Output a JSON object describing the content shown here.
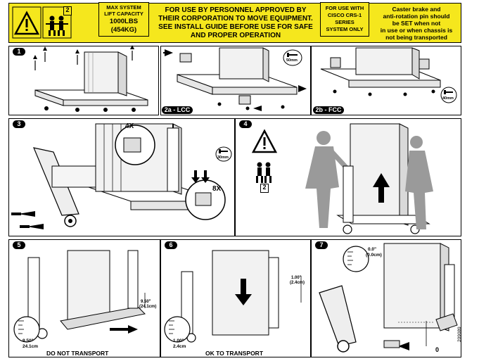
{
  "banner": {
    "capacity": [
      "MAX SYSTEM",
      "LIFT CAPACITY",
      "1000LBS",
      "(454KG)"
    ],
    "person_count": "2",
    "personnel": [
      "FOR USE BY PERSONNEL APPROVED BY",
      "THEIR CORPORATION TO MOVE EQUIPMENT.",
      "SEE INSTALL GUIDE BEFORE USE FOR SAFE",
      "AND PROPER OPERATION"
    ],
    "system": [
      "FOR USE WITH",
      "CISCO CRS-1",
      "SERIES",
      "SYSTEM ONLY"
    ],
    "caster": [
      "Caster brake and",
      "anti-rotation pin should",
      "be SET when not",
      "in use or when chassis is",
      "not being transported"
    ]
  },
  "steps": {
    "s1": "1",
    "s2a": "2a - LCC",
    "s2b": "2b - FCC",
    "s3": "3",
    "s4": "4",
    "s5": "5",
    "s6": "6",
    "s7": "7"
  },
  "callouts": {
    "mm50": "50mm",
    "mm40": "40mm",
    "mm30": "30mm",
    "qty4": "4X",
    "qty8": "8X",
    "s4_person_count": "2",
    "s5_height": [
      "9.50\"",
      "(24.1cm)"
    ],
    "s5_gauge": [
      "9.50\"",
      "24.1cm"
    ],
    "s5_caption": "DO NOT TRANSPORT",
    "s6_height": [
      "1.00\"",
      "(2.4cm)"
    ],
    "s6_gauge": [
      "1.00\"",
      "2.4cm"
    ],
    "s6_caption": "OK TO TRANSPORT",
    "s7_gauge": [
      "0.0\"",
      "(0.0cm)"
    ],
    "s7_zero": "0"
  },
  "doc_id": "209089"
}
